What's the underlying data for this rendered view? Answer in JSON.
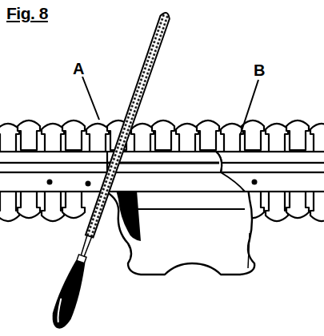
{
  "diagram": {
    "title": "Fig. 8",
    "labels": [
      "A",
      "B"
    ]
  }
}
